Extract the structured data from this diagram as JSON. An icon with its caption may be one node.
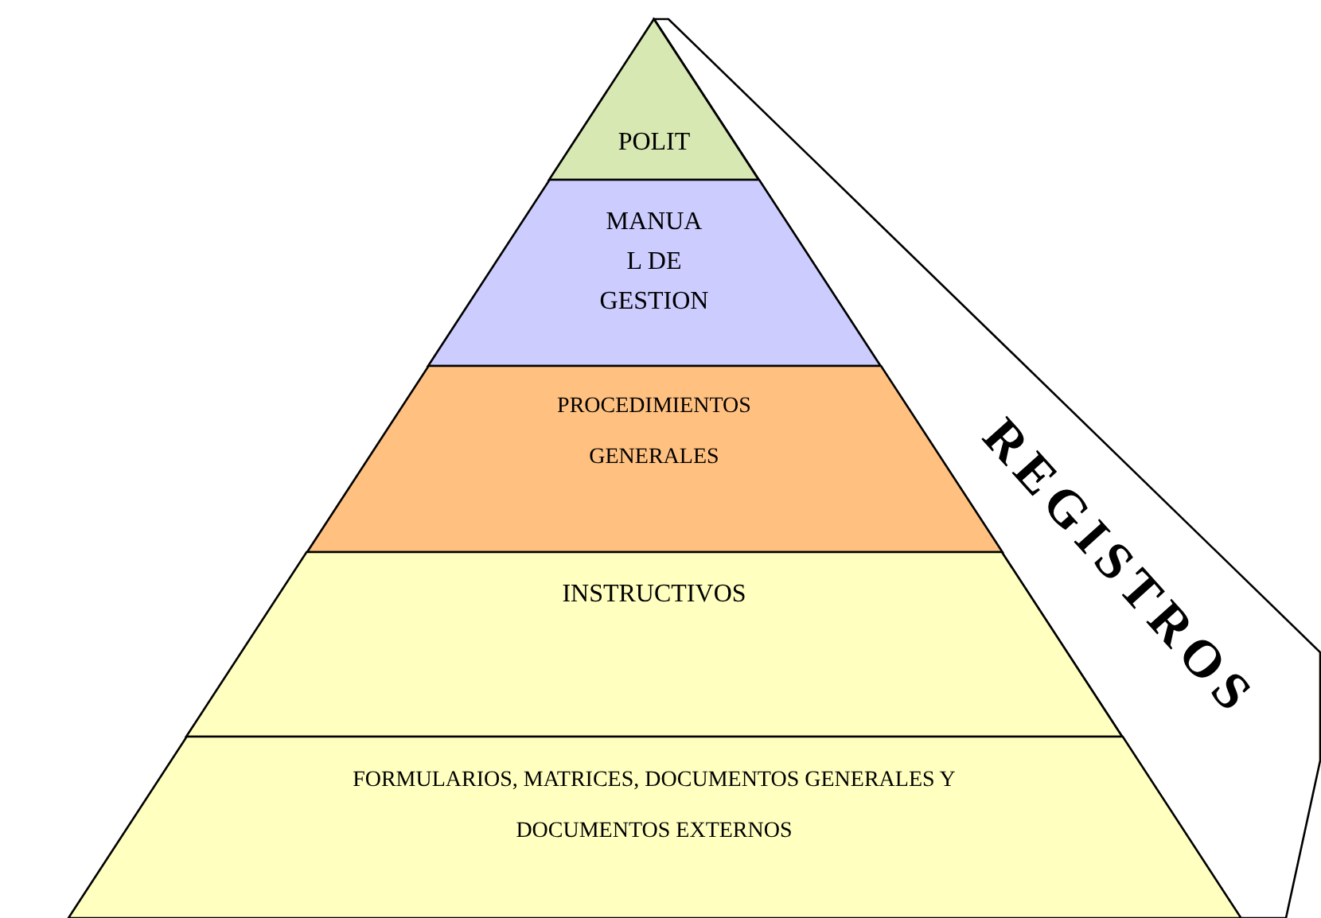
{
  "diagram": {
    "nodes": [
      {
        "text": [
          "POLIT"
        ]
      },
      {
        "text": [
          "MANUA L DE GESTION"
        ]
      },
      {
        "text": [
          "PROCEDIMIENTOS GENERALES"
        ]
      },
      {
        "text": [
          "INSTRUCTIVOS"
        ]
      },
      {
        "text": [
          "FORMULARIOS, MATRICES, DOCUMENTOS GENERALES Y DOCUMENTOS EXTERNOS"
        ]
      },
      {
        "text": [
          "REGISTROS"
        ]
      }
    ]
  }
}
